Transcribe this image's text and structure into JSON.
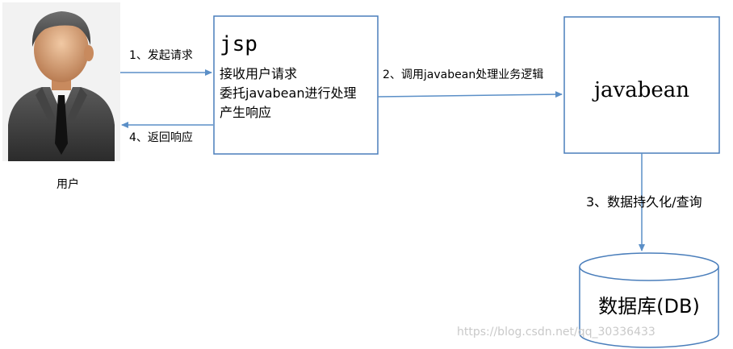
{
  "user": {
    "icon": "user-avatar-icon",
    "label": "用户"
  },
  "jsp_box": {
    "title": "jsp",
    "lines": [
      "接收用户请求",
      "委托javabean进行处理",
      "产生响应"
    ]
  },
  "javabean_box": {
    "title": "javabean"
  },
  "database": {
    "label": "数据库(DB)"
  },
  "arrows": {
    "step1": "1、发起请求",
    "step2": "2、调用javabean处理业务逻辑",
    "step3": "3、数据持久化/查询",
    "step4": "4、返回响应"
  },
  "watermark": "https://blog.csdn.net/qq_30336433",
  "colors": {
    "box_stroke": "#4a7ebb",
    "arrow": "#5b8fc7"
  }
}
